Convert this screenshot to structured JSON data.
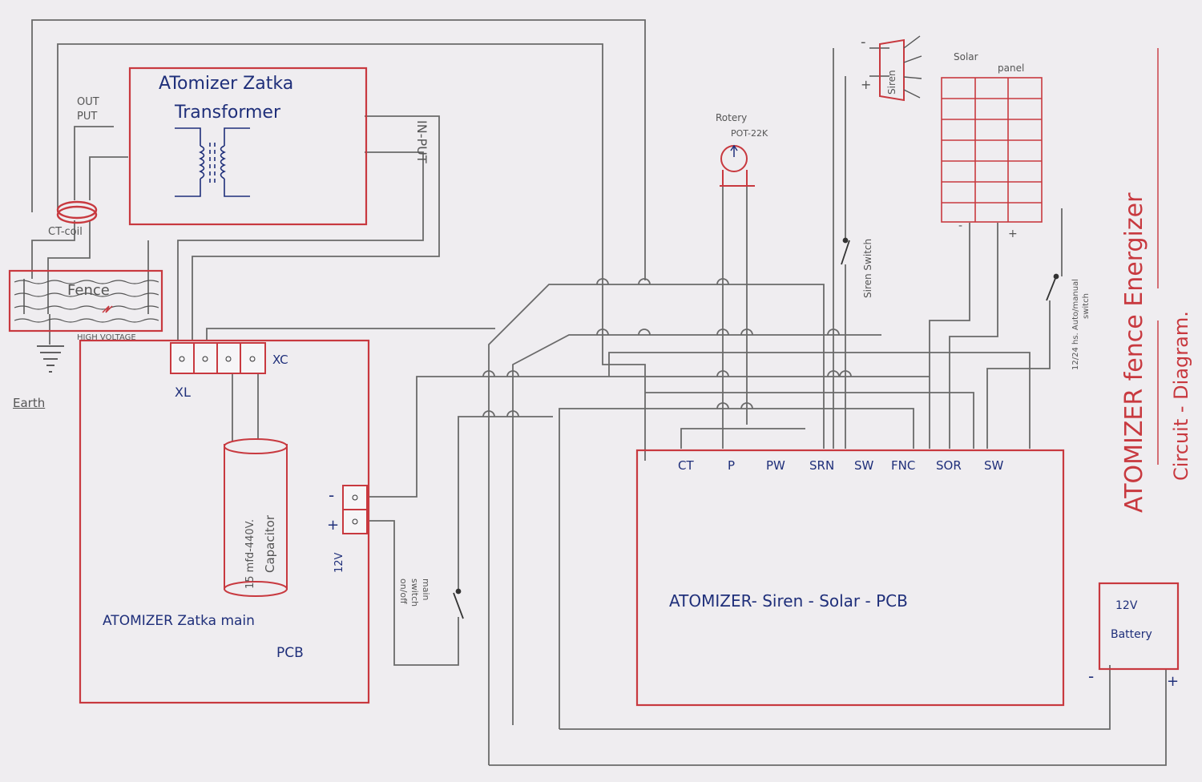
{
  "transformer": {
    "title_line1": "ATomizer Zatka",
    "title_line2": "Transformer"
  },
  "out_put": {
    "line1": "OUT",
    "line2": "PUT"
  },
  "in_put": "IN-PUT",
  "ct_coil": "CT-coil",
  "fence": "Fence",
  "high_voltage": "HIGH VOLTAGE",
  "earth": "Earth",
  "terminals": {
    "xl": "XL",
    "xc": "XC"
  },
  "capacitor": {
    "line1": "15 mfd-440V.",
    "line2": "Capacitor"
  },
  "main_pcb": {
    "line1": "ATOMIZER Zatka main",
    "line2": "PCB"
  },
  "power_in": {
    "minus": "-",
    "plus": "+",
    "volt": "12V"
  },
  "main_switch": {
    "line1": "main",
    "line2": "switch",
    "line3": "on/off"
  },
  "rotary_pot": {
    "line1": "Rotery",
    "line2": "POT-22K"
  },
  "siren": "Siren",
  "siren_plus": "+",
  "siren_minus": "-",
  "siren_switch": "Siren Switch",
  "solar_panel": {
    "line1": "Solar",
    "line2": "panel"
  },
  "solar_minus": "-",
  "solar_plus": "+",
  "auto_switch": {
    "line1": "12/24 hs. Auto/manual",
    "line2": "switch"
  },
  "siren_solar_pcb": "ATOMIZER- Siren - Solar - PCB",
  "pins": [
    "CT",
    "P",
    "PW",
    "SRN",
    "SW",
    "FNC",
    "SOR",
    "SW"
  ],
  "battery": {
    "line1": "12V",
    "line2": "Battery",
    "minus": "-",
    "plus": "+"
  },
  "side_title": {
    "line1": "ATOMIZER fence Energizer",
    "line2": "Circuit - Diagram."
  },
  "colors": {
    "ink": "#1f2f7a",
    "red": "#c8393f",
    "wire": "#6a6a6a",
    "paper": "#efedf0"
  }
}
